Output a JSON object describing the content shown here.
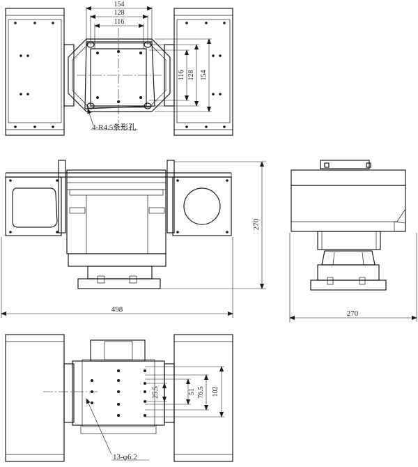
{
  "top_view": {
    "dimensions": [
      "154",
      "128",
      "116"
    ],
    "dimensions_vertical": [
      "116",
      "128",
      "154"
    ],
    "slot_note": "4-R4.5条形孔"
  },
  "front_view": {
    "width_label": "498",
    "height_label": "270"
  },
  "side_view": {
    "width_label": "270"
  },
  "bottom_view": {
    "dimensions_vertical": [
      "25.5",
      "51",
      "76.5",
      "102"
    ],
    "holes_note": "13-φ6.2"
  }
}
